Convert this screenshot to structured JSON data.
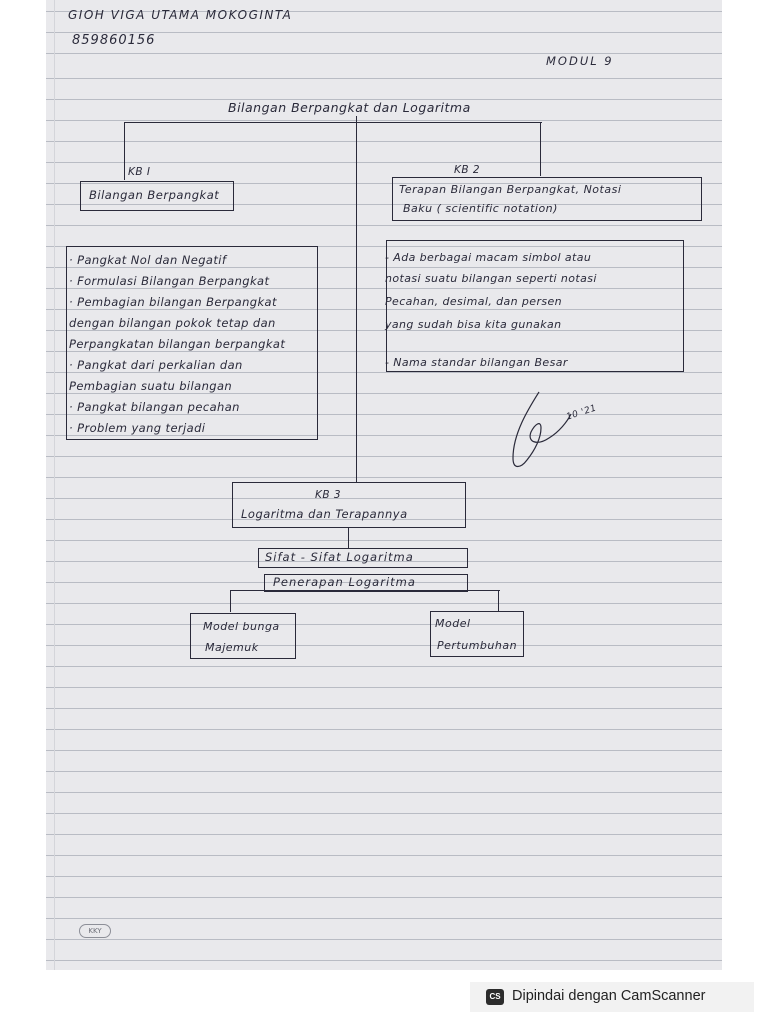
{
  "header": {
    "name": "GIOH VIGA UTAMA MOKOGINTA",
    "nim": "859860156",
    "module": "MODUL 9"
  },
  "title": "Bilangan Berpangkat dan Logaritma",
  "kb1": {
    "label": "KB I",
    "title": "Bilangan Berpangkat",
    "items": [
      "· Pangkat Nol dan Negatif",
      "· Formulasi Bilangan Berpangkat",
      "· Pembagian bilangan Berpangkat",
      "  dengan bilangan pokok tetap dan",
      "  Perpangkatan bilangan berpangkat",
      "· Pangkat dari perkalian dan",
      "  Pembagian suatu bilangan",
      "· Pangkat bilangan pecahan",
      "· Problem yang terjadi"
    ]
  },
  "kb2": {
    "label": "KB 2",
    "title_line1": "Terapan Bilangan Berpangkat, Notasi",
    "title_line2": "Baku ( scientific notation)",
    "items": [
      "- Ada berbagai macam simbol atau",
      "  notasi suatu bilangan seperti notasi",
      "  Pecahan, desimal, dan persen",
      "  yang sudah bisa kita gunakan",
      "- Nama standar bilangan Besar"
    ]
  },
  "kb3": {
    "label": "KB 3",
    "title": "Logaritma dan Terapannya",
    "sifat": "Sifat - Sifat Logaritma",
    "penerapan": "Penerapan Logaritma",
    "model_left_line1": "Model bunga",
    "model_left_line2": "Majemuk",
    "model_right_line1": "Model",
    "model_right_line2": "Pertumbuhan"
  },
  "signature_date": "10 '21",
  "page_mark": "KKY",
  "footer": {
    "logo": "CS",
    "text": "Dipindai dengan CamScanner"
  },
  "colors": {
    "paper": "#e9e9ec",
    "ink": "#2a2a3a",
    "rule": "#b9bcc4"
  }
}
